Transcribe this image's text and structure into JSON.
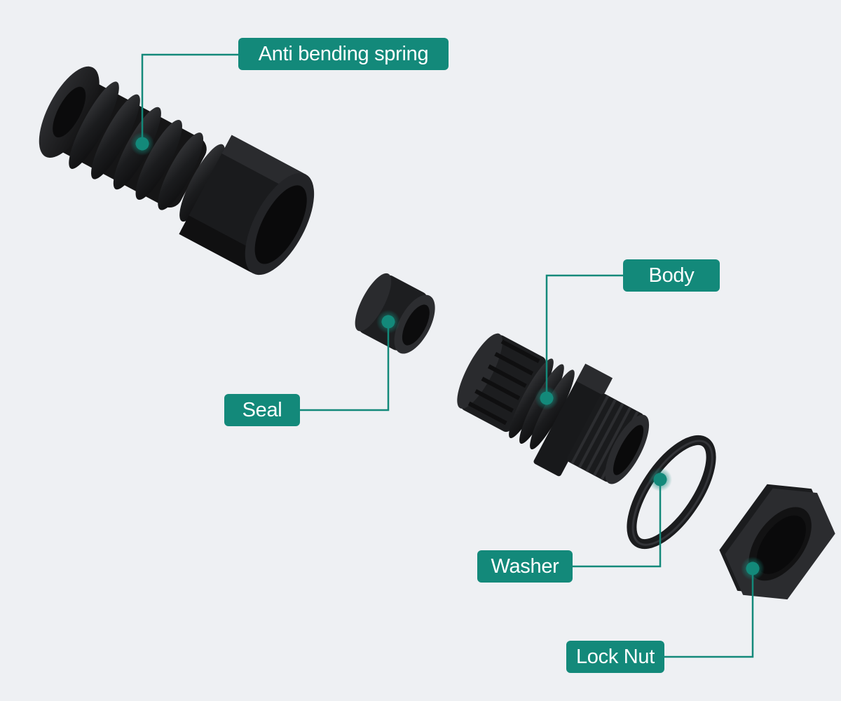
{
  "labels": {
    "spring": "Anti bending spring",
    "body": "Body",
    "seal": "Seal",
    "washer": "Washer",
    "locknut": "Lock Nut"
  },
  "colors": {
    "accent": "#13897a",
    "background": "#eef0f3",
    "part": "#1c1c1e"
  }
}
